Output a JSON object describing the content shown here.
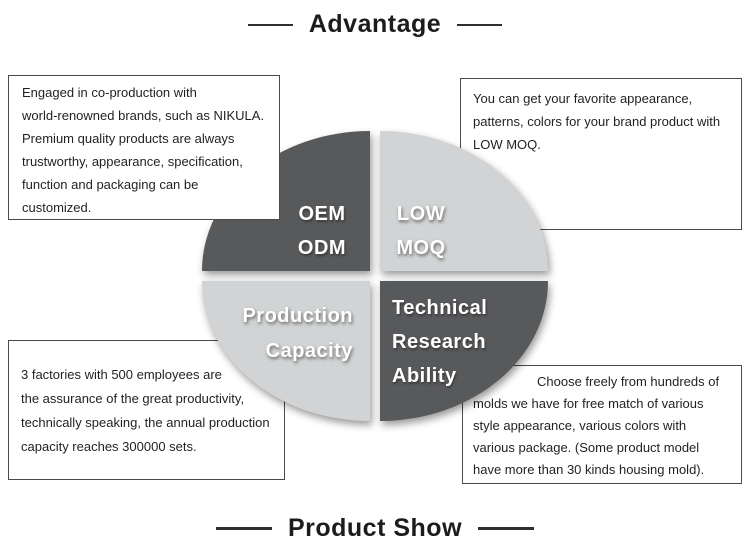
{
  "page": {
    "title_top": "Advantage",
    "title_bottom": "Product Show"
  },
  "boxes": {
    "top_left": {
      "lines": [
        "Engaged in co-production with",
        "world-renowned brands, such as NIKULA.",
        "Premium quality products are always",
        "trustworthy, appearance, specification,",
        "function and packaging can be",
        "customized."
      ]
    },
    "top_right": {
      "lines": [
        "You can get your favorite appearance,",
        "patterns, colors for your brand product with",
        "LOW MOQ."
      ]
    },
    "bottom_left": {
      "lines": [
        "3 factories with 500 employees are",
        "the assurance of the great productivity,",
        "technically speaking, the annual production",
        "capacity reaches 300000 sets."
      ]
    },
    "bottom_right": {
      "lines": [
        "Choose freely from hundreds of",
        "molds we have for free match of various",
        "style appearance, various colors with",
        "various package. (Some product model",
        "have more than 30 kinds housing mold)."
      ]
    }
  },
  "pie": {
    "colors": {
      "dark": "#58595b",
      "light": "#d1d3d4"
    },
    "labels": {
      "oem": [
        "OEM",
        "ODM"
      ],
      "moq": [
        "LOW",
        "MOQ"
      ],
      "production": [
        "Production",
        "Capacity"
      ],
      "technical": [
        "Technical",
        "Research",
        "Ability"
      ]
    }
  }
}
